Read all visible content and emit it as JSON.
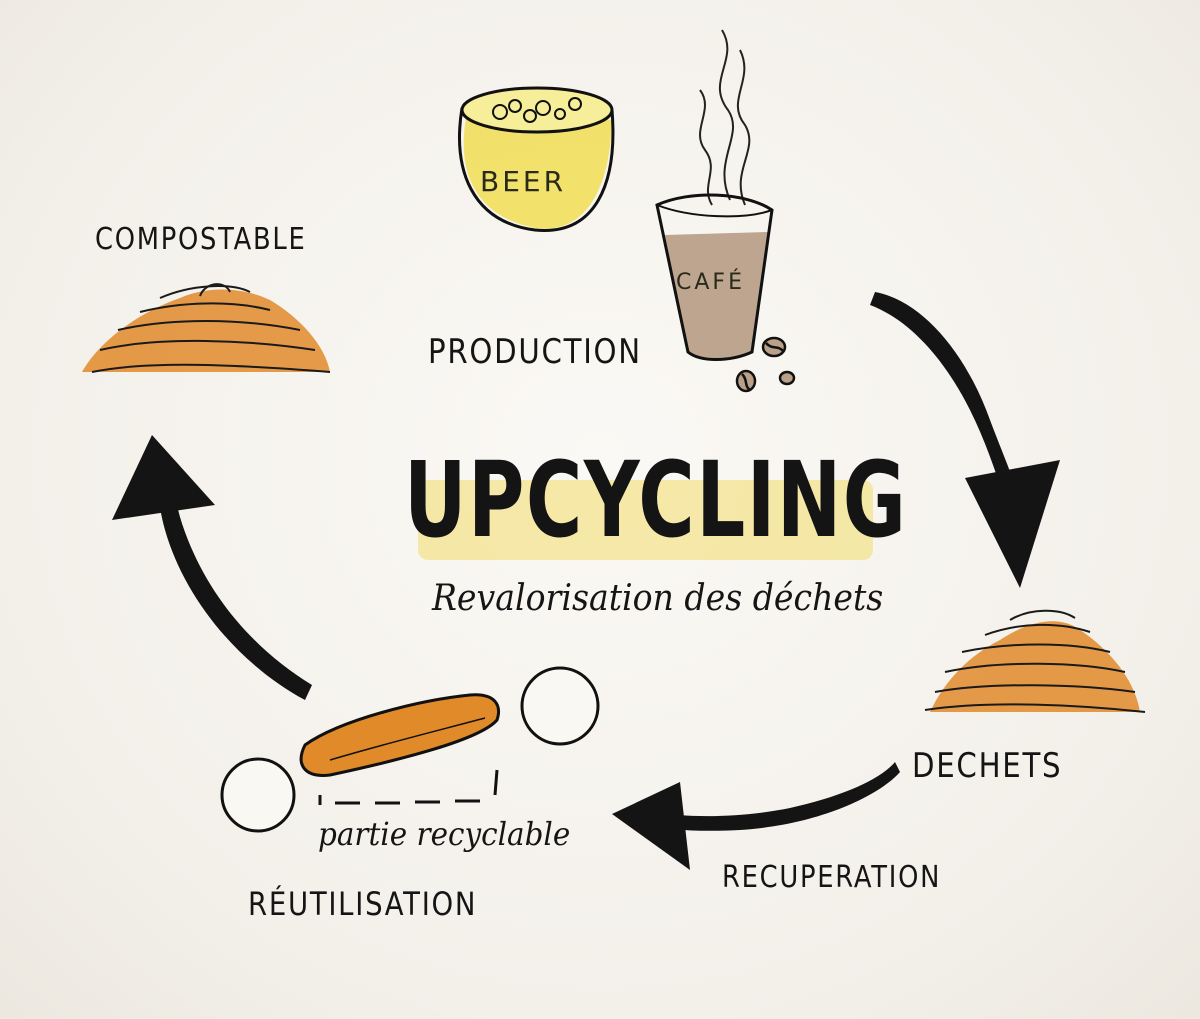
{
  "diagram": {
    "title": "UPCYCLING",
    "subtitle": "Revalorisation des déchets",
    "labels": {
      "compostable": "COMPOSTABLE",
      "production": "PRODUCTION",
      "dechets": "DECHETS",
      "recuperation": "RECUPERATION",
      "reutilisation": "RÉUTILISATION",
      "partie_recyclable": "partie recyclable"
    },
    "glasses": {
      "beer": "BEER",
      "cafe": "CAFÉ"
    },
    "colors": {
      "beer": "#f1df5c",
      "coffee": "#b9a089",
      "waste_orange": "#e08a2a",
      "highlight_yellow": "#f2dc6a",
      "ink": "#141414"
    }
  }
}
